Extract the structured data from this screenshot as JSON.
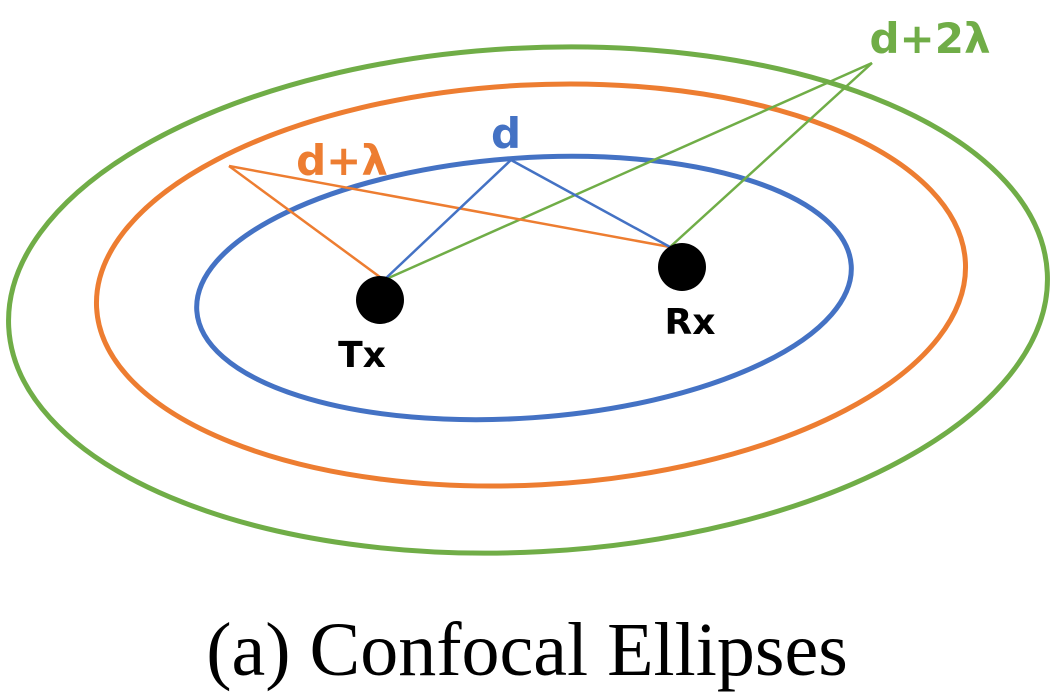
{
  "colors": {
    "inner": "#4472c4",
    "middle": "#ed7d31",
    "outer": "#70ad47",
    "node": "#000000"
  },
  "labels": {
    "inner": "d",
    "middle": "d+λ",
    "outer": "d+2λ",
    "tx": "Tx",
    "rx": "Rx"
  },
  "caption": "(a) Confocal Ellipses"
}
